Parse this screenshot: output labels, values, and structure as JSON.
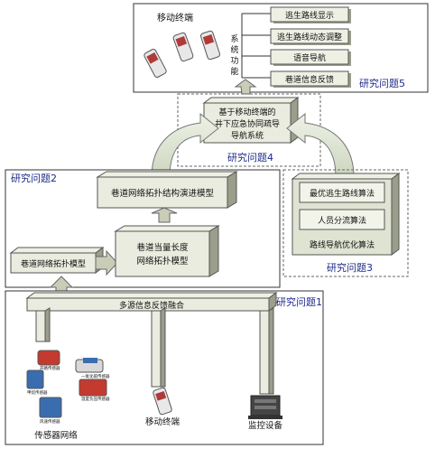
{
  "top": {
    "mobile_label": "移动终端",
    "system_function": "系统功能",
    "functions": [
      "逃生路线显示",
      "逃生路线动态调整",
      "语音导航",
      "巷道信息反馈"
    ],
    "research": "研究问题5"
  },
  "center": {
    "title_lines": [
      "基于移动终端的",
      "井下应急协同疏导",
      "导航系统"
    ],
    "research": "研究问题4"
  },
  "left": {
    "research": "研究问题2",
    "evolution_model": "巷道网络拓扑结构演进模型",
    "topology_model": "巷道网络拓扑模型",
    "equiv_lines": [
      "巷道当量长度",
      "网络拓扑模型"
    ]
  },
  "right": {
    "research": "研究问题3",
    "algo1": "最优逃生路线算法",
    "algo2": "人员分流算法",
    "algo3": "路线导航优化算法"
  },
  "bottom": {
    "research": "研究问题1",
    "fusion": "多源信息反馈融合",
    "sensor_network": "传感器网络",
    "mobile": "移动终端",
    "monitor": "监控设备",
    "sensor_labels": [
      "开路传感器",
      "一氧化碳传感器",
      "甲烷传感器",
      "温度负压传感器",
      "风速传感器"
    ]
  },
  "colors": {
    "box_light": "#e9ecdf",
    "box_mid": "#c9cdb8",
    "box_dark": "#9a9e8a",
    "arrow_fill": "#e3ead8",
    "title_blue": "#1f2a8a"
  }
}
